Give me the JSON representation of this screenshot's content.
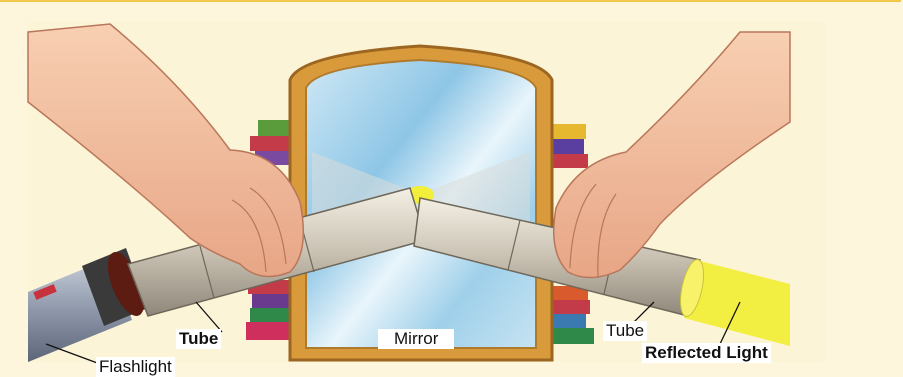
{
  "labels": {
    "tube_left": "Tube",
    "mirror": "Mirror",
    "tube_right": "Tube",
    "reflected_light": "Reflected Light",
    "flashlight": "Flashlight"
  },
  "colors": {
    "background": "#fdf6dc",
    "top_border": "#f2c84b",
    "mirror_frame": "#d89a3a",
    "light": "#f2ee3a"
  }
}
